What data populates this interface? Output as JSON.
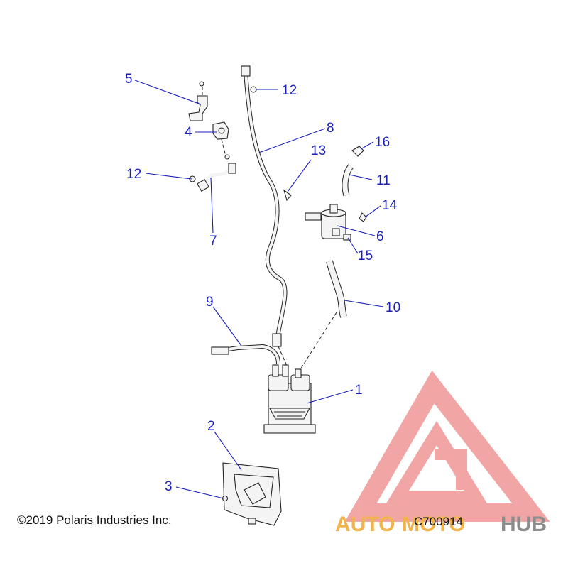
{
  "copyright": "©2019 Polaris Industries Inc.",
  "diagram_code": "C700914",
  "watermark": {
    "part1": "AUTO",
    "part2": "MOTO",
    "part3": "HUB",
    "color_primary": "#e85c5c",
    "color_secondary": "#f2b44a",
    "color_tertiary": "#8c8c8c"
  },
  "callouts": {
    "c1": "1",
    "c2": "2",
    "c3": "3",
    "c4": "4",
    "c5": "5",
    "c6": "6",
    "c7": "7",
    "c8": "8",
    "c9": "9",
    "c10": "10",
    "c11": "11",
    "c12a": "12",
    "c12b": "12",
    "c13": "13",
    "c14": "14",
    "c15": "15",
    "c16": "16"
  },
  "colors": {
    "callout": "#1a1fb8",
    "line": "#222222"
  }
}
